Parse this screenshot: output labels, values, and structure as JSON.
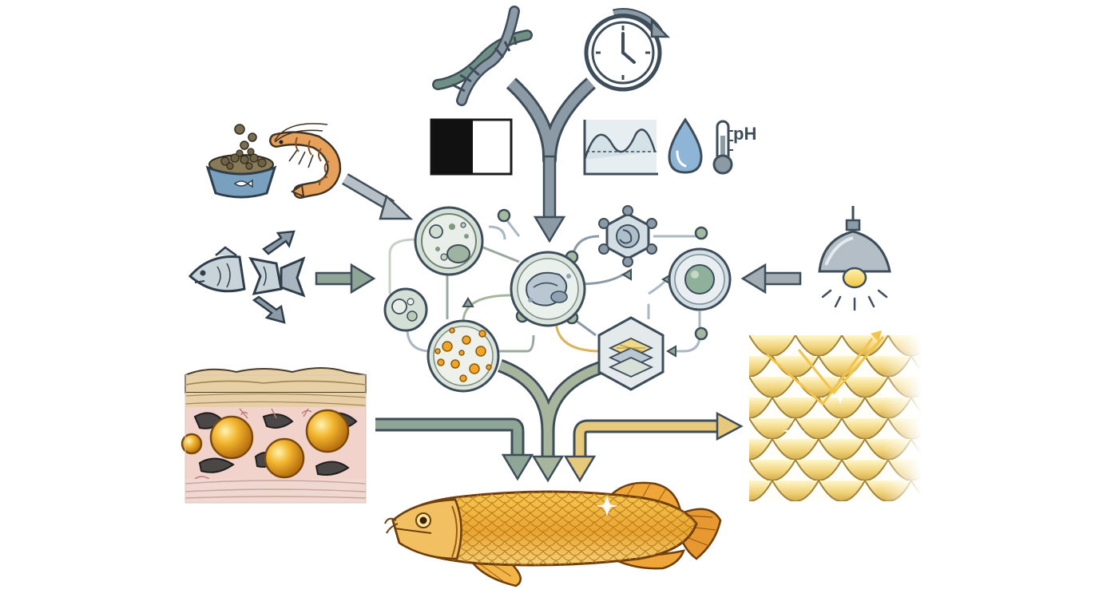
{
  "labels": {
    "ph": "pH"
  },
  "colors": {
    "slate_arrow": "#8c9aa5",
    "slate_outline": "#3e4d5a",
    "sage_arrow": "#8fa596",
    "gold_arrow": "#d8b45a",
    "cell_fill": "#d6e0d8",
    "pigment_orange": "#e8a020",
    "scale_gold": "#f0d070",
    "fish_body": "#e8b040",
    "background": "#ffffff"
  },
  "icons": [
    "dna-icon",
    "clock-icon",
    "black-white-contrast-icon",
    "wave-graph-icon",
    "water-drop-icon",
    "thermometer-icon",
    "fish-food-bowl-icon",
    "shrimp-icon",
    "fish-fragments-icon",
    "lamp-icon",
    "skin-cross-section",
    "gold-scales",
    "golden-arowana-fish"
  ]
}
